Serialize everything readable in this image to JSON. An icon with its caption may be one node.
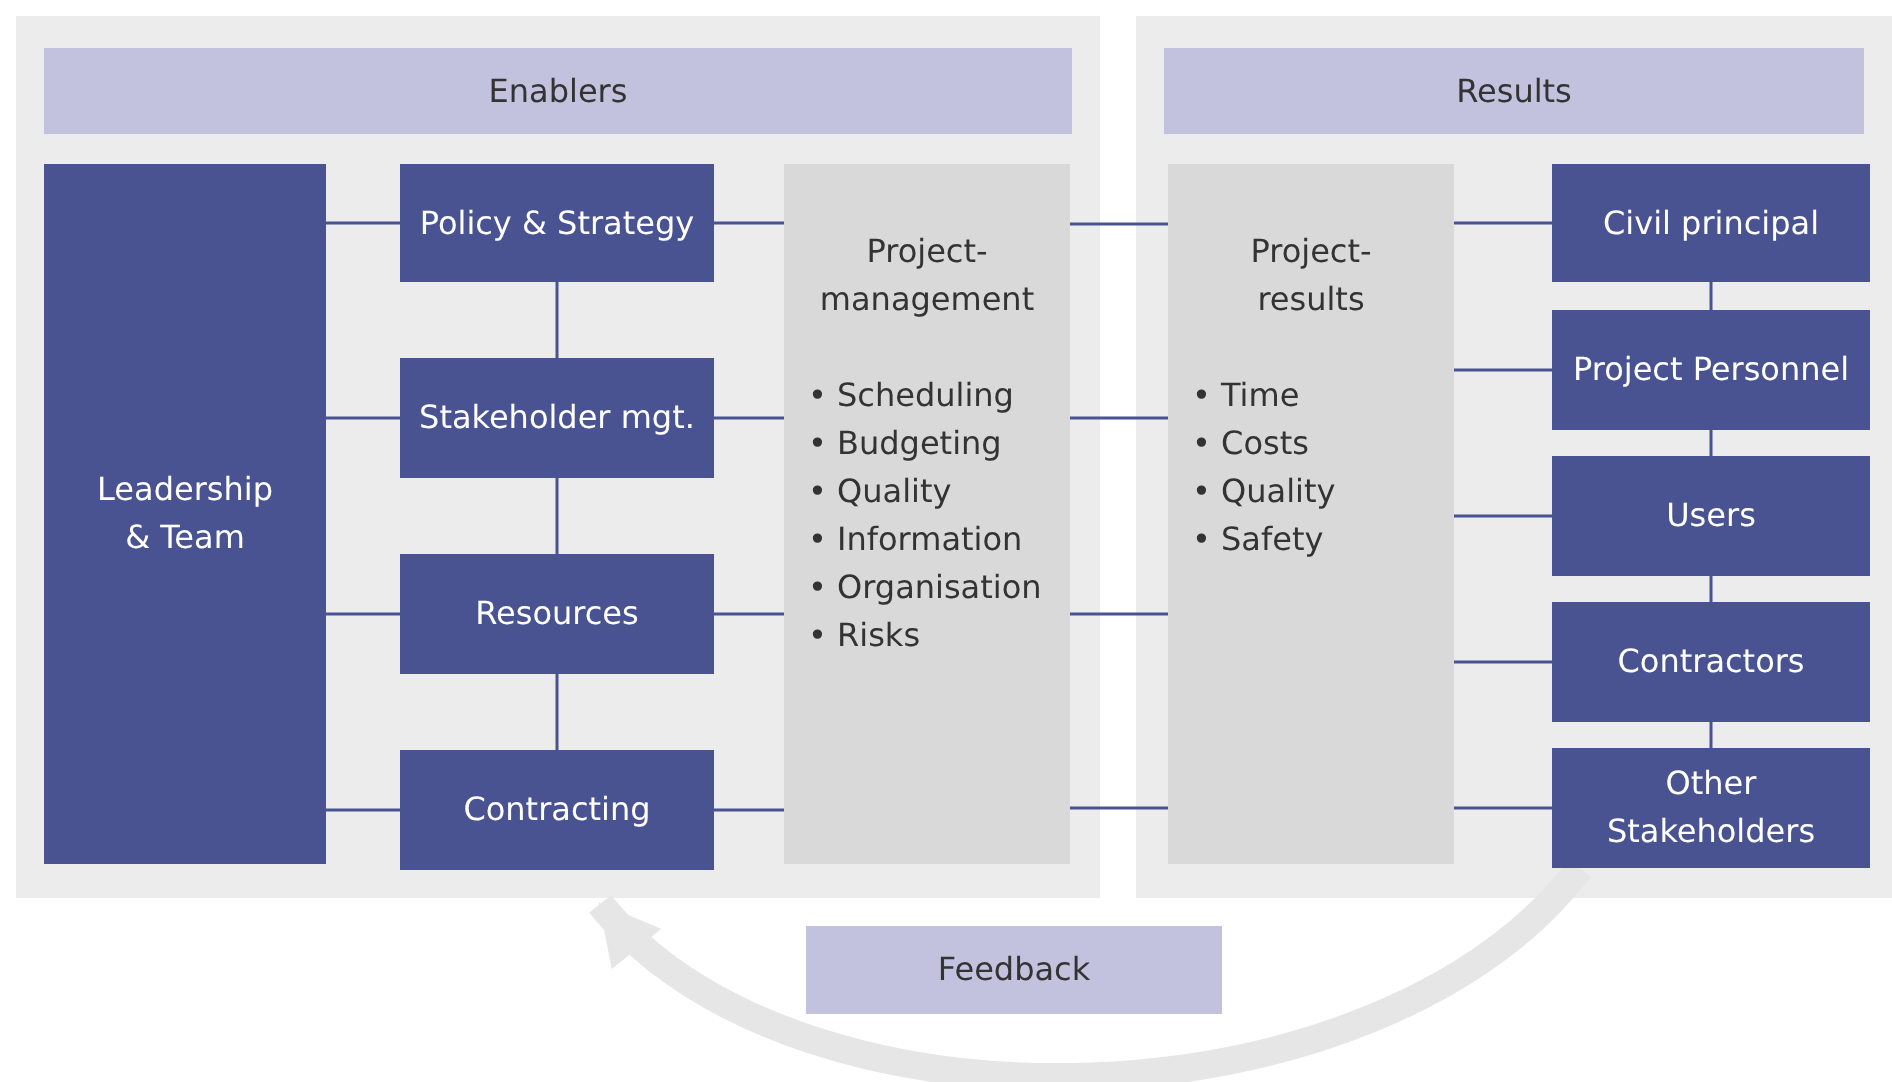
{
  "diagram": {
    "nodes": [
      {
        "text": [
          "Enablers"
        ]
      },
      {
        "text": [
          "Results"
        ]
      },
      {
        "text": [
          "Leadership & Team"
        ],
        "in": 0
      },
      {
        "text": [
          "Policy & Strategy"
        ],
        "in": 0
      },
      {
        "text": [
          "Stakeholder mgt."
        ],
        "in": 0
      },
      {
        "text": [
          "Resources"
        ],
        "in": 0
      },
      {
        "text": [
          "Contracting"
        ],
        "in": 0
      },
      {
        "text": [
          "Project- management",
          "• Scheduling",
          "• Budgeting",
          "• Quality",
          "• Information",
          "• Organisation",
          "• Risks"
        ],
        "in": 0
      },
      {
        "text": [
          "Project- results",
          "• Time",
          "• Costs",
          "• Quality",
          "• Safety"
        ],
        "in": 1
      },
      {
        "text": [
          "Civil principal"
        ],
        "in": 1
      },
      {
        "text": [
          "Project Personnel"
        ],
        "in": 1
      },
      {
        "text": [
          "Users"
        ],
        "in": 1
      },
      {
        "text": [
          "Contractors"
        ],
        "in": 1
      },
      {
        "text": [
          "Other Stakeholders"
        ],
        "in": 1
      },
      {
        "text": [
          "Feedback"
        ]
      }
    ],
    "edges": [
      {
        "from": 2,
        "to": 3,
        "arrow": "none"
      },
      {
        "from": 2,
        "to": 4,
        "arrow": "none"
      },
      {
        "from": 2,
        "to": 5,
        "arrow": "none"
      },
      {
        "from": 2,
        "to": 6,
        "arrow": "none"
      },
      {
        "from": 3,
        "to": 4,
        "arrow": "none"
      },
      {
        "from": 4,
        "to": 5,
        "arrow": "none"
      },
      {
        "from": 5,
        "to": 6,
        "arrow": "none"
      },
      {
        "from": 3,
        "to": 7,
        "arrow": "none"
      },
      {
        "from": 4,
        "to": 7,
        "arrow": "none"
      },
      {
        "from": 5,
        "to": 7,
        "arrow": "none"
      },
      {
        "from": 6,
        "to": 7,
        "arrow": "none"
      },
      {
        "from": 7,
        "to": 8,
        "arrow": "none"
      },
      {
        "from": 7,
        "to": 8,
        "arrow": "none"
      },
      {
        "from": 7,
        "to": 8,
        "arrow": "none"
      },
      {
        "from": 7,
        "to": 8,
        "arrow": "none"
      },
      {
        "from": 8,
        "to": 9,
        "arrow": "none"
      },
      {
        "from": 8,
        "to": 10,
        "arrow": "none"
      },
      {
        "from": 8,
        "to": 11,
        "arrow": "none"
      },
      {
        "from": 8,
        "to": 12,
        "arrow": "none"
      },
      {
        "from": 8,
        "to": 13,
        "arrow": "none"
      },
      {
        "from": 9,
        "to": 10,
        "arrow": "none"
      },
      {
        "from": 10,
        "to": 11,
        "arrow": "none"
      },
      {
        "from": 11,
        "to": 12,
        "arrow": "none"
      },
      {
        "from": 12,
        "to": 13,
        "arrow": "none"
      },
      {
        "from": 13,
        "to": 0,
        "arrow": "to",
        "style": "thick",
        "color": "#e6e6e6"
      }
    ]
  }
}
